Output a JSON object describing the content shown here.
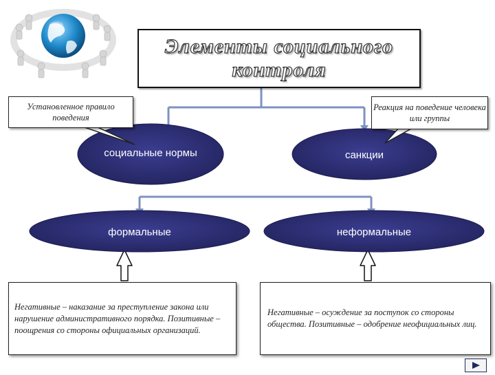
{
  "title": {
    "line1": "Элементы социального",
    "line2": "контроля"
  },
  "callouts": {
    "left": "Установленное правило поведения",
    "right": "Реакция на поведение человека или группы"
  },
  "nodes": {
    "norms": "социальные нормы",
    "sanctions": "санкции",
    "formal": "формальные",
    "informal": "неформальные"
  },
  "descriptions": {
    "formal": "Негативные – наказание за преступление закона или нарушение административного порядка. Позитивные – поощрения со стороны официальных организаций.",
    "informal": "Негативные – осуждение за поступок со стороны общества. Позитивные – одобрение неофициальных лиц."
  },
  "colors": {
    "node_fill": "#2e2f7a",
    "connector": "#7f92c0",
    "globe": "#1e88c8"
  },
  "icons": {
    "logo": "globe-network-icon",
    "nav": "next-arrow-icon"
  }
}
